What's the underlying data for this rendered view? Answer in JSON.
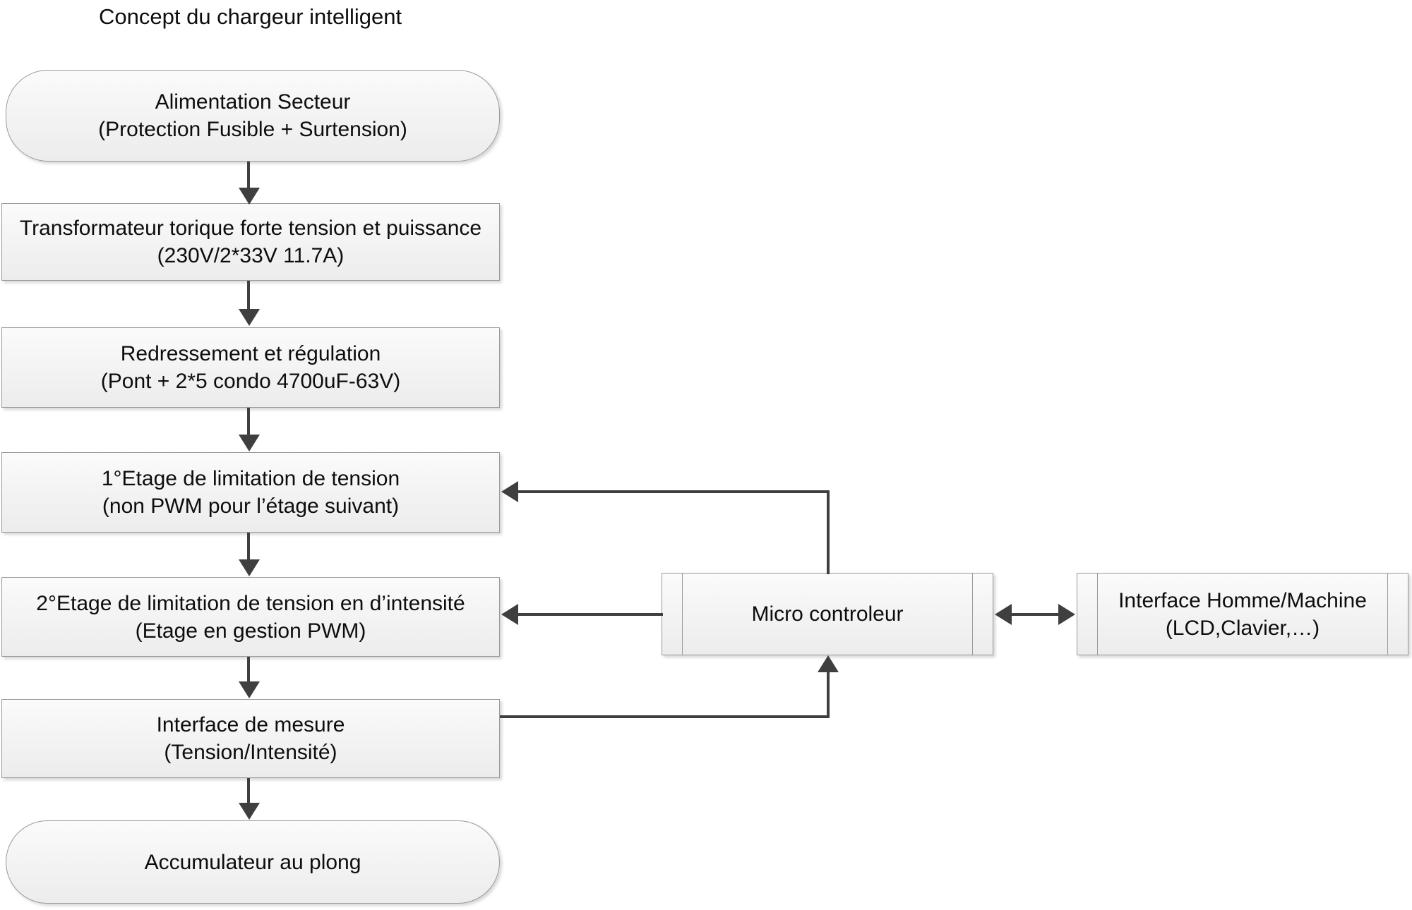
{
  "title": "Concept du chargeur intelligent",
  "nodes": {
    "mains": "Alimentation Secteur\n(Protection Fusible + Surtension)",
    "transformer": "Transformateur torique forte tension et puissance\n(230V/2*33V 11.7A)",
    "rectifier": "Redressement et régulation\n(Pont + 2*5 condo 4700uF-63V)",
    "stage1": "1°Etage de limitation de tension\n(non PWM pour l’étage suivant)",
    "stage2": "2°Etage de limitation de tension en d’intensité\n(Etage en gestion PWM)",
    "measure": "Interface de mesure\n(Tension/Intensité)",
    "battery": "Accumulateur au plong",
    "mcu": "Micro controleur",
    "hmi": "Interface Homme/Machine\n(LCD,Clavier,…)"
  },
  "colors": {
    "node_border": "#9a9a9a",
    "node_fill_top": "#fbfbfb",
    "node_fill_bottom": "#ececec",
    "connector": "#3f3f3f",
    "text": "#0d0d0d",
    "background": "#ffffff"
  },
  "chart_data": {
    "type": "diagram",
    "title": "Concept du chargeur intelligent",
    "nodes": [
      {
        "id": "mains",
        "label": "Alimentation Secteur (Protection Fusible + Surtension)",
        "shape": "rounded"
      },
      {
        "id": "transformer",
        "label": "Transformateur torique forte tension et puissance (230V/2*33V 11.7A)",
        "shape": "rect"
      },
      {
        "id": "rectifier",
        "label": "Redressement et régulation (Pont + 2*5 condo 4700uF-63V)",
        "shape": "rect"
      },
      {
        "id": "stage1",
        "label": "1°Etage de limitation de tension (non PWM pour l’étage suivant)",
        "shape": "rect"
      },
      {
        "id": "stage2",
        "label": "2°Etage de limitation de tension en d’intensité (Etage en gestion PWM)",
        "shape": "rect"
      },
      {
        "id": "measure",
        "label": "Interface de mesure (Tension/Intensité)",
        "shape": "rect"
      },
      {
        "id": "battery",
        "label": "Accumulateur au plong",
        "shape": "rounded"
      },
      {
        "id": "mcu",
        "label": "Micro controleur",
        "shape": "predefined-process"
      },
      {
        "id": "hmi",
        "label": "Interface Homme/Machine (LCD,Clavier,…)",
        "shape": "predefined-process"
      }
    ],
    "edges": [
      {
        "from": "mains",
        "to": "transformer",
        "type": "arrow"
      },
      {
        "from": "transformer",
        "to": "rectifier",
        "type": "arrow"
      },
      {
        "from": "rectifier",
        "to": "stage1",
        "type": "arrow"
      },
      {
        "from": "stage1",
        "to": "stage2",
        "type": "arrow"
      },
      {
        "from": "stage2",
        "to": "measure",
        "type": "arrow"
      },
      {
        "from": "measure",
        "to": "battery",
        "type": "arrow"
      },
      {
        "from": "mcu",
        "to": "stage1",
        "type": "arrow"
      },
      {
        "from": "mcu",
        "to": "stage2",
        "type": "arrow"
      },
      {
        "from": "measure",
        "to": "mcu",
        "type": "arrow"
      },
      {
        "from": "mcu",
        "to": "hmi",
        "type": "double-arrow"
      }
    ]
  }
}
